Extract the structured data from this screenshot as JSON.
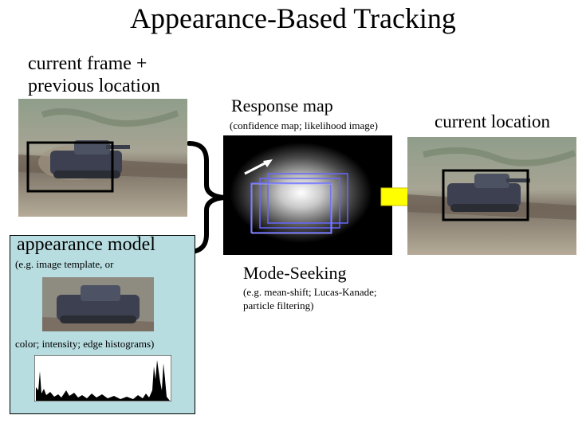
{
  "title": "Appearance-Based Tracking",
  "frame_label": {
    "line1": "current frame +",
    "line2": "previous location"
  },
  "response_label": {
    "title": "Response map",
    "subtitle": "(confidence map; likelihood image)"
  },
  "current_label": "current location",
  "mode_label": {
    "title": "Mode-Seeking",
    "line1": "(e.g. mean-shift; Lucas-Kanade;",
    "line2": "particle filtering)"
  },
  "appearance_model": {
    "title": "appearance model",
    "sub1": "(e.g. image template, or",
    "sub2": "color; intensity; edge histograms)"
  },
  "colors": {
    "model_bg": "#b8dde0",
    "arrow_fill": "#ffff00",
    "box_outline": "#6666ff"
  },
  "icons": [
    "curly-brace-icon",
    "right-arrow-icon",
    "motion-arrow-icon"
  ]
}
